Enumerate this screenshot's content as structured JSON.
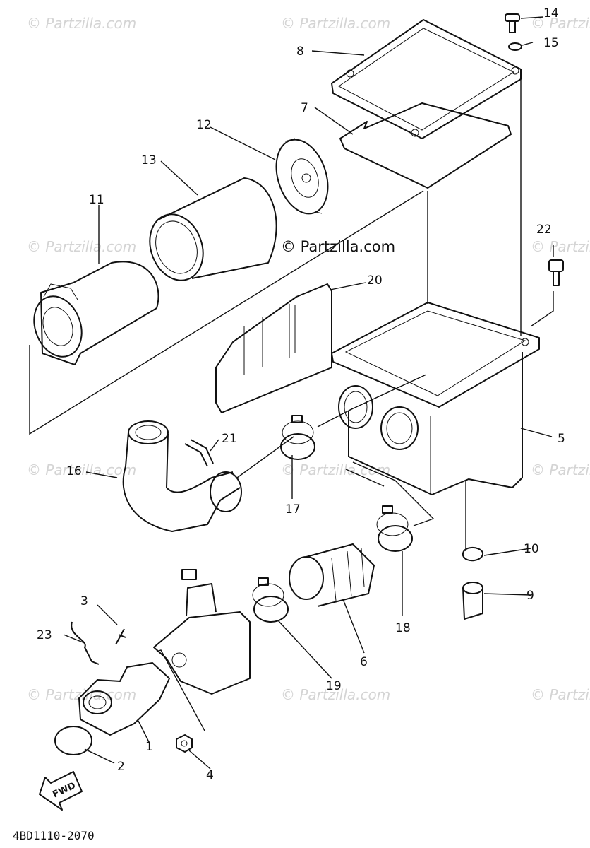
{
  "watermark": {
    "text": "© Partzilla.com",
    "center_text": "© Partzilla.com"
  },
  "diagram_code": "4BD1110-2070",
  "fwd_label": "FWD",
  "callouts": [
    "1",
    "2",
    "3",
    "4",
    "5",
    "6",
    "7",
    "8",
    "9",
    "10",
    "11",
    "12",
    "13",
    "14",
    "15",
    "16",
    "17",
    "18",
    "19",
    "20",
    "21",
    "22",
    "23"
  ]
}
